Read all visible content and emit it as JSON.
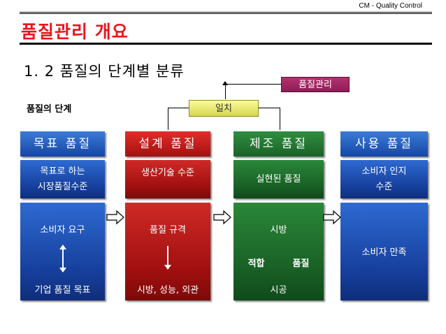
{
  "header": {
    "label": "CM - Quality Control"
  },
  "title": "품질관리 개요",
  "subtitle": "1. 2 품질의 단계별 분류",
  "stage_label": "품질의 단계",
  "tags": {
    "quality_management": "품질관리",
    "match": "일치"
  },
  "columns": [
    {
      "head": "목표 품질",
      "mid": [
        "목표로 하는",
        "시장품질수준"
      ],
      "low_top": "소비자 요구",
      "low_bottom": "기업 품질 목표"
    },
    {
      "head": "설계 품질",
      "mid": [
        "생산기술 수준"
      ],
      "low_top": "품질 규격",
      "low_bottom": "시방, 성능, 외관"
    },
    {
      "head": "제조 품질",
      "mid": [
        "실현된 품질"
      ],
      "low_top": "시방",
      "low_middle_left": "적합",
      "low_middle_right": "품질",
      "low_bottom": "시공"
    },
    {
      "head": "사용 품질",
      "mid": [
        "소비자 인지",
        "수준"
      ],
      "low_top": "소비자 만족"
    }
  ],
  "colors": {
    "title": "#e8151d",
    "blue": "#1e56b8",
    "red": "#b51616",
    "green": "#1f6f2d",
    "tag_purple": "#a0285f",
    "tag_yellow": "#f0f078"
  }
}
